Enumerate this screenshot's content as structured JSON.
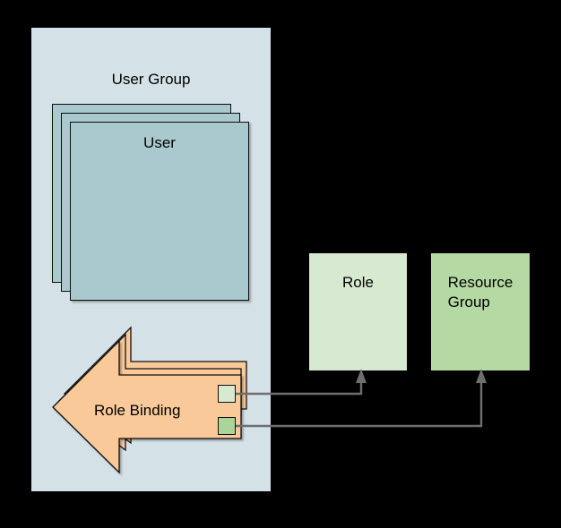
{
  "diagram": {
    "title_present": false,
    "background_color": "#000000",
    "nodes": {
      "user_group": {
        "label": "User Group",
        "fill": "#d4e1e6",
        "type": "container"
      },
      "user": {
        "label": "User",
        "fill": "#a9c9cf",
        "stroke": "#0d0d0d",
        "type": "stacked-box",
        "stack_count": 3
      },
      "role_binding": {
        "label": "Role Binding",
        "fill": "#f9c99a",
        "stroke": "#111111",
        "type": "stacked-left-arrow",
        "stack_count": 3,
        "chips": [
          {
            "name": "role-chip",
            "fill": "#d8e9d2"
          },
          {
            "name": "resource-chip",
            "fill": "#a9d49a"
          }
        ]
      },
      "role": {
        "label": "Role",
        "fill": "#d7e9d1",
        "type": "box"
      },
      "resource_group": {
        "label": "Resource\nGroup",
        "fill": "#b5d9a2",
        "type": "box"
      }
    },
    "edges": [
      {
        "name": "rolebinding-to-role",
        "from": "role-chip",
        "to": "role",
        "style": "elbow",
        "color": "#6e6e6e",
        "arrowhead": "up"
      },
      {
        "name": "rolebinding-to-resource-group",
        "from": "resource-chip",
        "to": "resource_group",
        "style": "elbow",
        "color": "#6e6e6e",
        "arrowhead": "up"
      }
    ]
  }
}
